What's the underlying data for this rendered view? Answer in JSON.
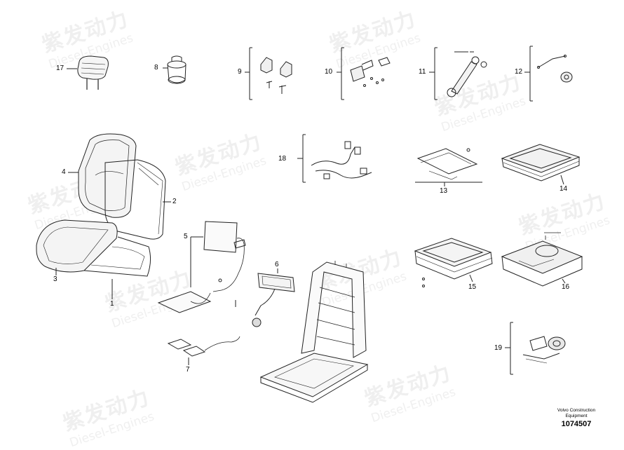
{
  "watermark": {
    "cn": "紫发动力",
    "en": "Diesel-Engines"
  },
  "callouts": {
    "c1": "1",
    "c2": "2",
    "c3": "3",
    "c4": "4",
    "c5": "5",
    "c6": "6",
    "c7": "7",
    "c8": "8",
    "c9": "9",
    "c10": "10",
    "c11": "11",
    "c12": "12",
    "c13": "13",
    "c14": "14",
    "c15": "15",
    "c16": "16",
    "c17": "17",
    "c18": "18",
    "c19": "19"
  },
  "footer": {
    "manufacturer": "Volvo Construction Equipment",
    "drawing_number": "1074507"
  }
}
